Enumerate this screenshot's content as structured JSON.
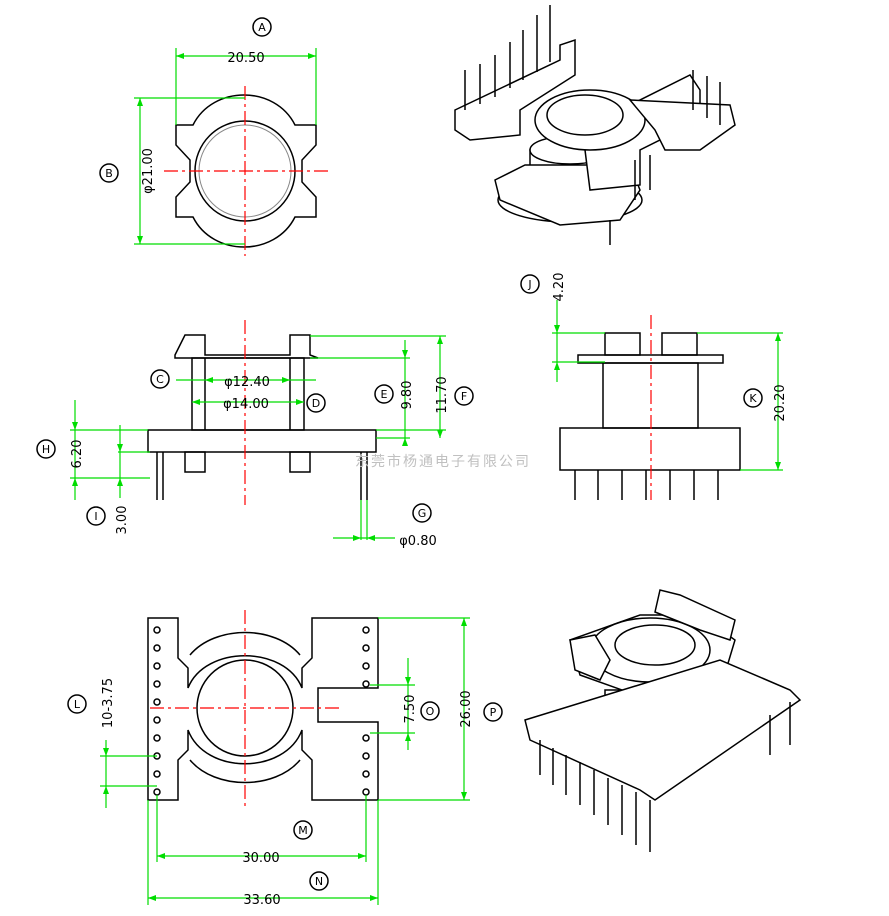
{
  "dimensions": {
    "A": "20.50",
    "B": "φ21.00",
    "C": "φ12.40",
    "D": "φ14.00",
    "E": "9.80",
    "F": "11.70",
    "G": "φ0.80",
    "H": "6.20",
    "I": "3.00",
    "J": "4.20",
    "K": "20.20",
    "L": "10-3.75",
    "M": "30.00",
    "N": "33.60",
    "O": "7.50",
    "P": "26.00"
  },
  "labels": {
    "A": "A",
    "B": "B",
    "C": "C",
    "D": "D",
    "E": "E",
    "F": "F",
    "G": "G",
    "H": "H",
    "I": "I",
    "J": "J",
    "K": "K",
    "L": "L",
    "M": "M",
    "N": "N",
    "O": "O",
    "P": "P"
  },
  "watermark": "东莞市杨通电子有限公司",
  "colors": {
    "dimension_line": "#00dd00",
    "center_line": "#ff0000",
    "outline": "#000000"
  }
}
